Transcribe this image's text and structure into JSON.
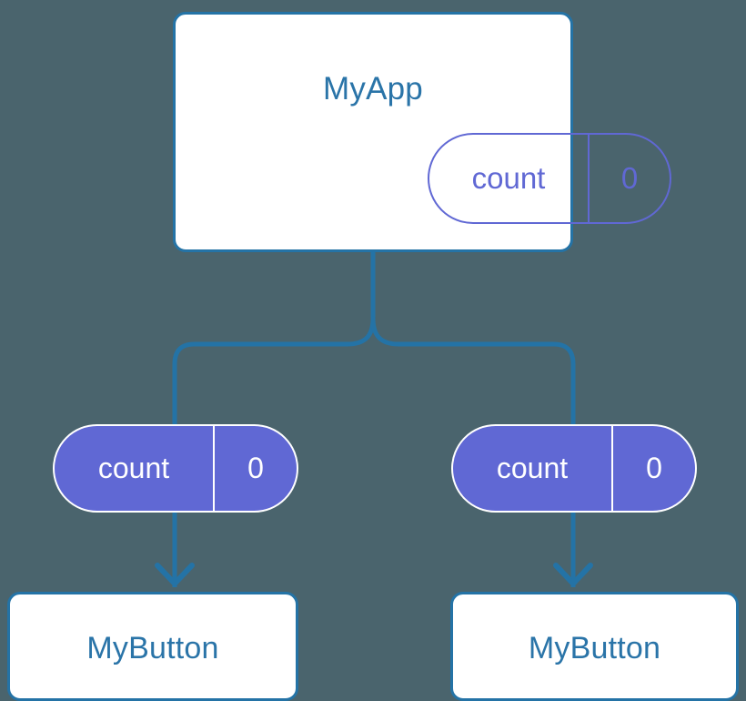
{
  "diagram": {
    "background_color": "#4a646d",
    "line_color": "#2473a6",
    "component_text_color": "#2a74a8",
    "state_color": "#6068d4",
    "root": {
      "name": "MyApp",
      "state": {
        "key": "count",
        "value": "0"
      }
    },
    "children": [
      {
        "name": "MyButton",
        "state": {
          "key": "count",
          "value": "0"
        }
      },
      {
        "name": "MyButton",
        "state": {
          "key": "count",
          "value": "0"
        }
      }
    ]
  }
}
